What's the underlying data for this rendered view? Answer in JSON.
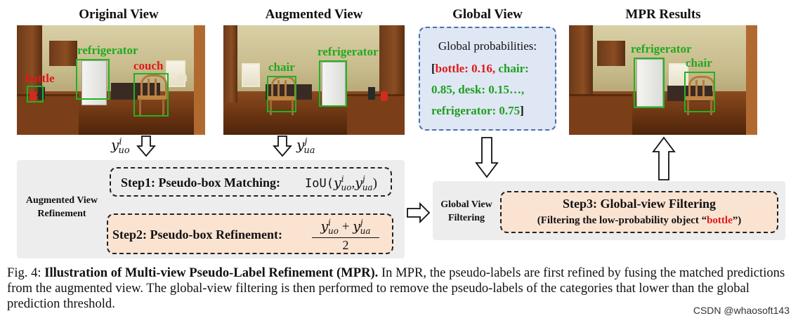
{
  "titles": {
    "original": "Original View",
    "augmented": "Augmented View",
    "global": "Global View",
    "mpr": "MPR Results"
  },
  "detections": {
    "original": {
      "refrigerator": "refrigerator",
      "couch": "couch",
      "bottle": "bottle"
    },
    "augmented": {
      "chair": "chair",
      "refrigerator": "refrigerator"
    },
    "mpr": {
      "refrigerator": "refrigerator",
      "chair": "chair"
    }
  },
  "global_view": {
    "heading": "Global probabilities:",
    "bracket_open": "[",
    "bracket_close": "]",
    "bottle": "bottle: 0.16,",
    "chair": " chair:",
    "line2": "0.85, desk: 0.15…,",
    "line3": "refrigerator: 0.75"
  },
  "labels": {
    "y_uo_base": "y",
    "y_uo_sup": "i",
    "y_uo_sub": "uo",
    "y_ua_base": "y",
    "y_ua_sup": "j",
    "y_ua_sub": "ua"
  },
  "refinement": {
    "section_line1": "Augmented View",
    "section_line2": "Refinement",
    "step1_label": "Step1: Pseudo-box Matching:",
    "step1_formula": "IoU(",
    "step1_formula_close": ")",
    "step2_label": "Step2: Pseudo-box Refinement:",
    "step2_den": "2"
  },
  "filtering": {
    "section_line1": "Global View",
    "section_line2": "Filtering",
    "step3_title": "Step3: Global-view Filtering",
    "step3_desc_pre": "(Filtering the low-probability object “",
    "step3_desc_obj": "bottle",
    "step3_desc_post": "”)"
  },
  "caption": {
    "prefix": "Fig. 4: ",
    "bold": "Illustration of Multi-view Pseudo-Label Refinement (MPR).",
    "rest": " In MPR, the pseudo-labels are first refined by fusing the matched predictions from the augmented view. The global-view filtering is then performed to remove the pseudo-labels of the categories that lower than the global prediction threshold."
  },
  "watermark": "CSDN @whaosoft143",
  "colors": {
    "green": "#1f9f1f",
    "red": "#e01818",
    "peach": "#fbe3d2",
    "blue_box": "#dfe7f4"
  }
}
